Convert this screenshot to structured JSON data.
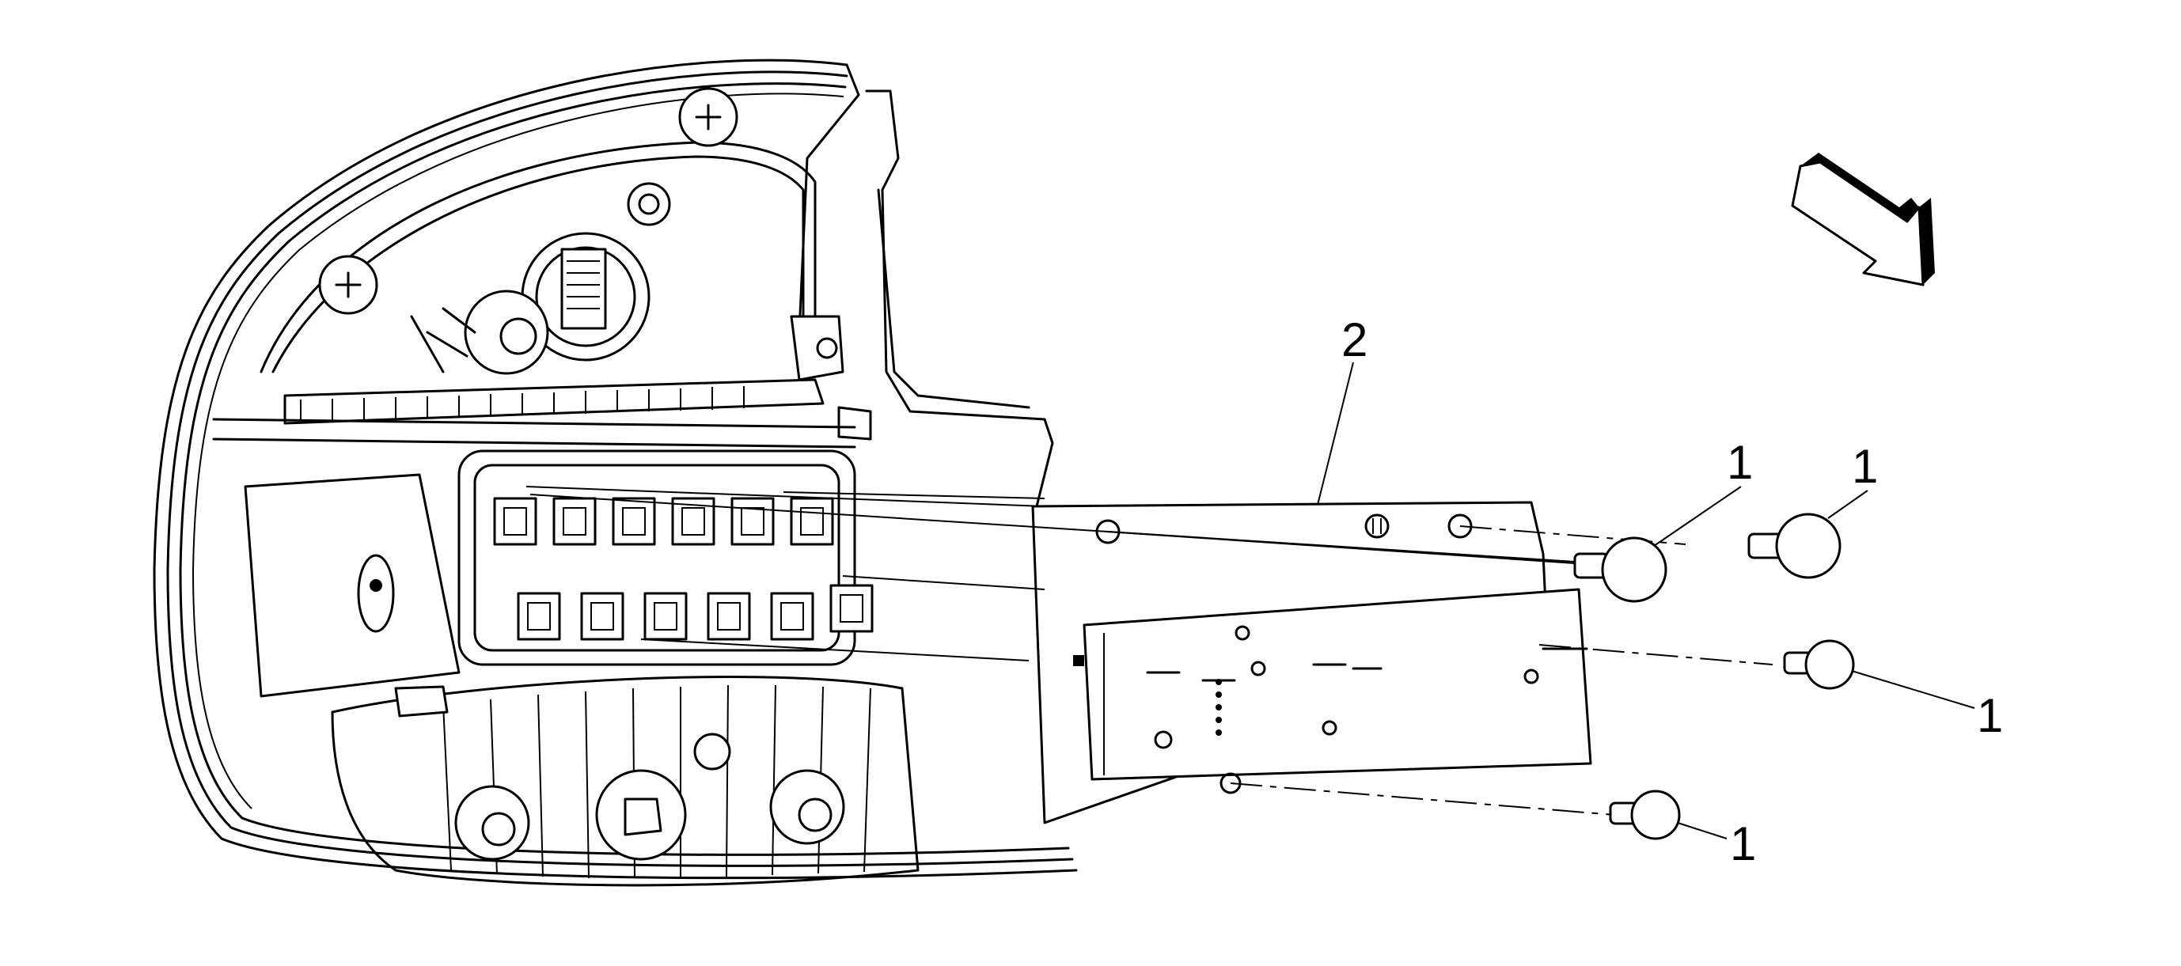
{
  "callouts": {
    "board": "2",
    "fastener_top_right": "1",
    "fastener_top_left": "1",
    "fastener_middle": "1",
    "fastener_bottom": "1"
  },
  "arrow": {
    "icon": "view-direction-arrow-icon"
  }
}
